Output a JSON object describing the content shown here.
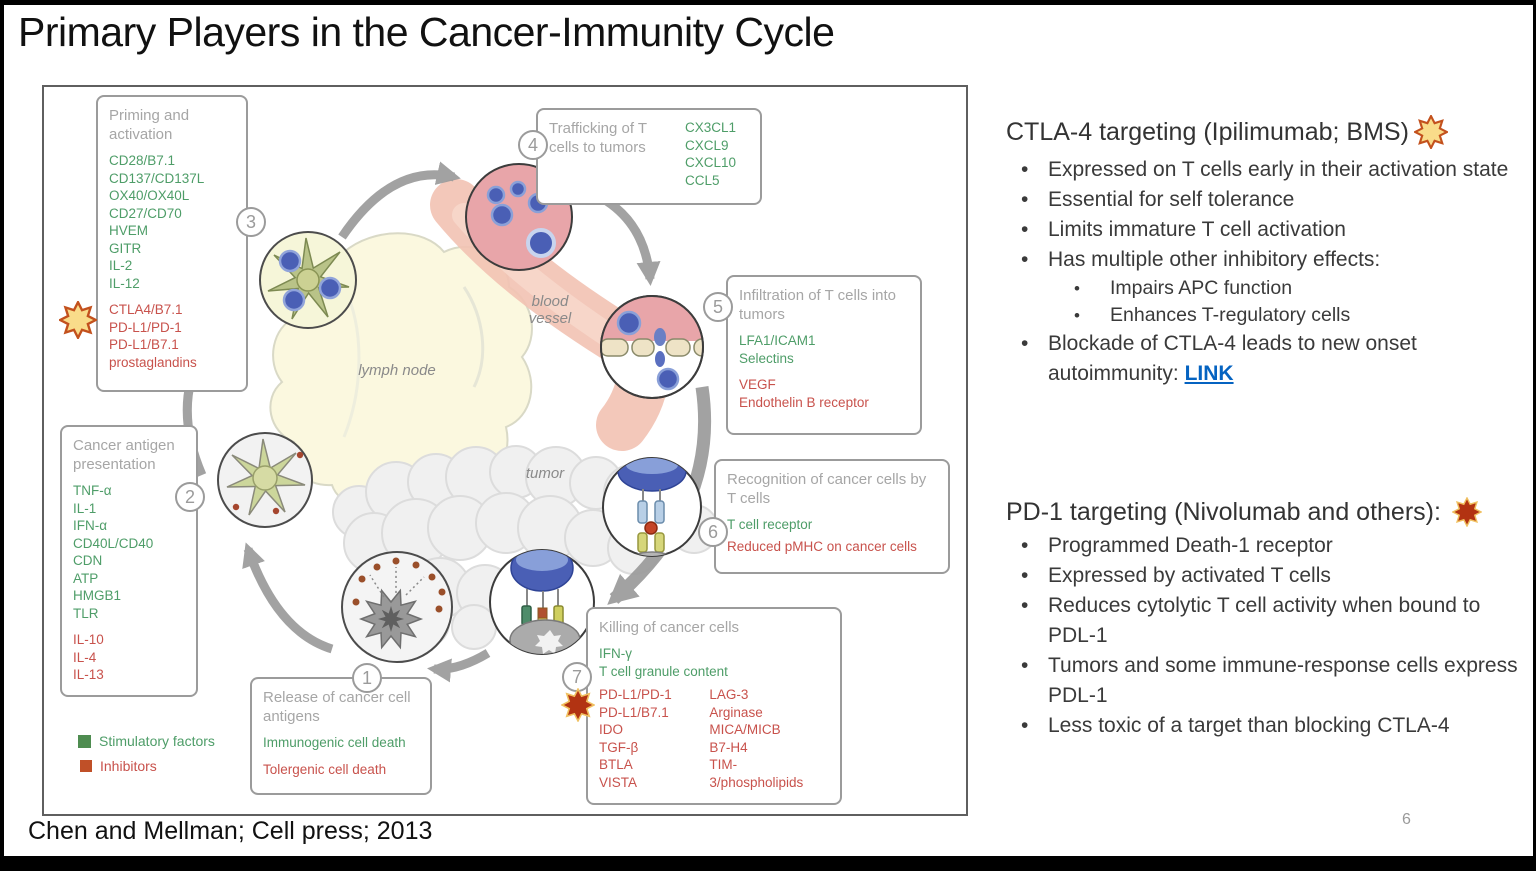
{
  "slide": {
    "title": "Primary Players in the Cancer-Immunity Cycle",
    "citation": "Chen and Mellman; Cell press; 2013",
    "page_number": "6"
  },
  "legend": {
    "stimulatory": "Stimulatory factors",
    "inhibitors": "Inhibitors"
  },
  "map_labels": {
    "lymph_node": "lymph node",
    "blood_vessel": "blood vessel",
    "tumor": "tumor"
  },
  "boxes": {
    "release": {
      "number": "1",
      "title": "Release of cancer cell antigens",
      "stimulatory": [
        "Immunogenic cell death"
      ],
      "inhibitory": [
        "Tolergenic cell death"
      ]
    },
    "presentation": {
      "number": "2",
      "title": "Cancer antigen presentation",
      "stimulatory": [
        "TNF-α",
        "IL-1",
        "IFN-α",
        "CD40L/CD40",
        "CDN",
        "ATP",
        "HMGB1",
        "TLR"
      ],
      "inhibitory": [
        "IL-10",
        "IL-4",
        "IL-13"
      ]
    },
    "priming": {
      "number": "3",
      "title": "Priming and activation",
      "stimulatory": [
        "CD28/B7.1",
        "CD137/CD137L",
        "OX40/OX40L",
        "CD27/CD70",
        "HVEM",
        "GITR",
        "IL-2",
        "IL-12"
      ],
      "inhibitory": [
        "CTLA4/B7.1",
        "PD-L1/PD-1",
        "PD-L1/B7.1",
        "prostaglandins"
      ]
    },
    "trafficking": {
      "number": "4",
      "title": "Trafficking of T cells to tumors",
      "stimulatory": [
        "CX3CL1",
        "CXCL9",
        "CXCL10",
        "CCL5"
      ]
    },
    "infiltration": {
      "number": "5",
      "title": "Infiltration of T cells into tumors",
      "stimulatory": [
        "LFA1/ICAM1",
        "Selectins"
      ],
      "inhibitory": [
        "VEGF",
        "Endothelin B receptor"
      ]
    },
    "recognition": {
      "number": "6",
      "title": "Recognition of cancer cells by T cells",
      "stimulatory": [
        "T cell receptor"
      ],
      "inhibitory": [
        "Reduced pMHC on cancer cells"
      ]
    },
    "killing": {
      "number": "7",
      "title": "Killing of cancer cells",
      "stimulatory": [
        "IFN-γ",
        "T cell granule content"
      ],
      "inhibitory_col1": [
        "PD-L1/PD-1",
        "PD-L1/B7.1",
        "IDO",
        "TGF-β",
        "BTLA",
        "VISTA"
      ],
      "inhibitory_col2": [
        "LAG-3",
        "Arginase",
        "MICA/MICB",
        "B7-H4",
        "TIM-3/phospholipids"
      ]
    }
  },
  "right_panel": {
    "ctla4": {
      "heading": "CTLA-4 targeting (Ipilimumab; BMS)",
      "bullets": [
        "Expressed on T cells early in their activation state",
        "Essential for self tolerance",
        "Limits immature T cell activation",
        "Has multiple other inhibitory effects:"
      ],
      "sub_bullets": [
        "Impairs APC function",
        "Enhances T-regulatory cells"
      ],
      "last_bullet_prefix": "Blockade of CTLA-4 leads to new onset autoimmunity:",
      "link_label": "LINK"
    },
    "pd1": {
      "heading": "PD-1 targeting (Nivolumab and others):",
      "bullets": [
        "Programmed Death-1 receptor",
        "Expressed by activated T cells",
        "Reduces cytolytic T cell activity when bound to PDL-1",
        "Tumors and some immune-response cells express PDL-1",
        "Less toxic of a target than blocking CTLA-4"
      ]
    }
  },
  "colors": {
    "stimulatory_text": "#4e9d68",
    "inhibitory_text": "#c8524c",
    "box_title_text": "#a6a6a6",
    "link_blue": "#0563c1",
    "yellow_star_fill": "#f9dc8a",
    "yellow_star_stroke": "#c3511d",
    "red_star_fill": "#b23312"
  }
}
